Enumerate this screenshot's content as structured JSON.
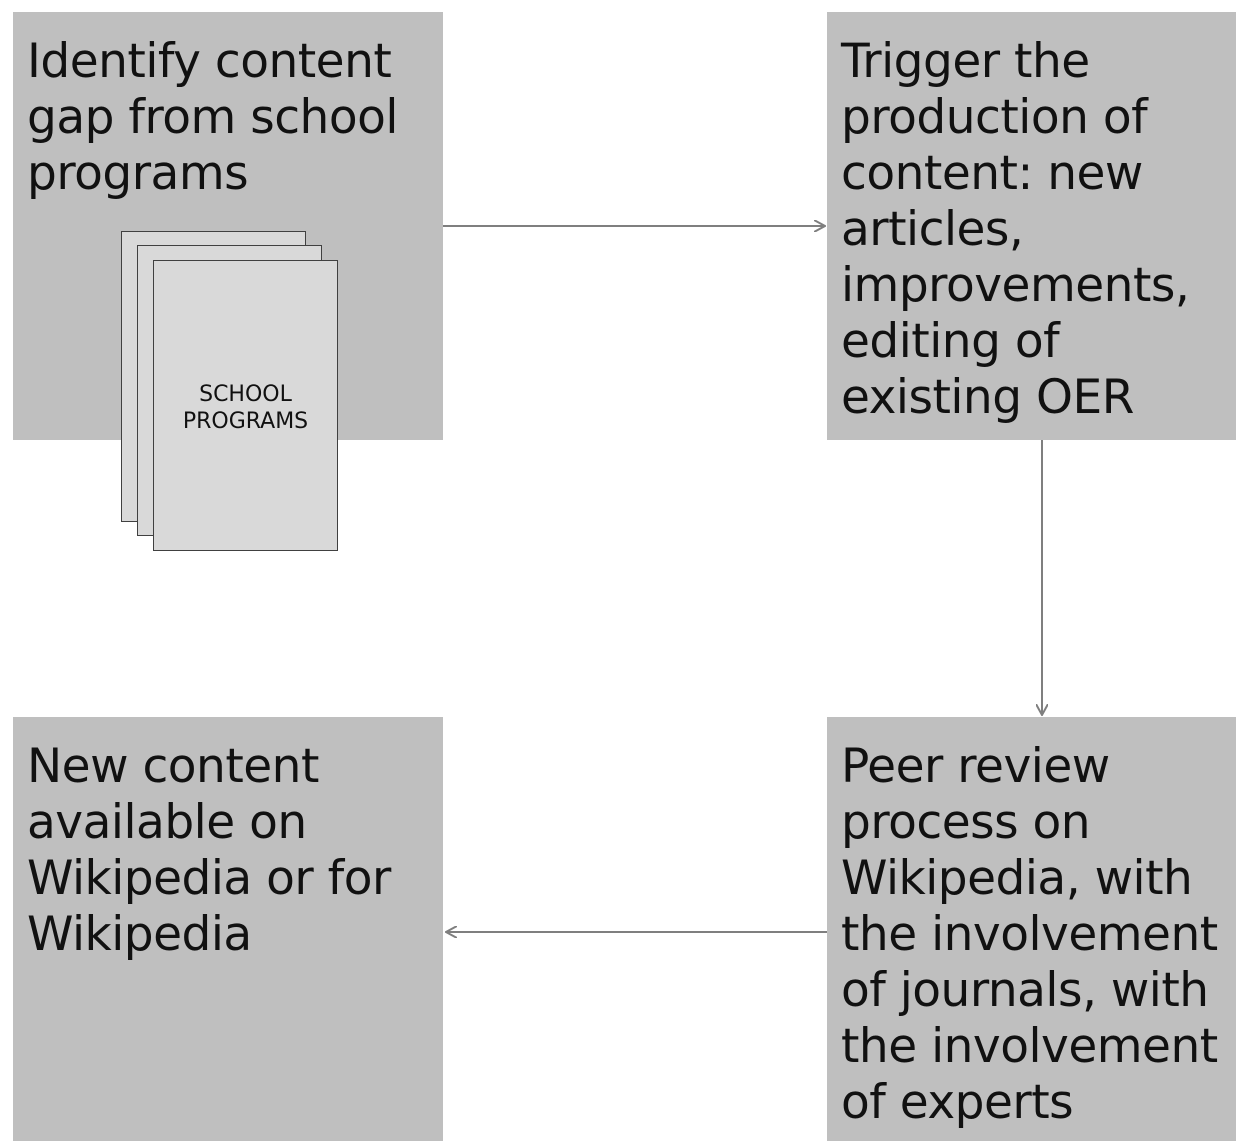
{
  "steps": {
    "identify": "Identify content gap from school programs",
    "trigger": "Trigger the production of content: new articles, improvements, editing of existing OER",
    "peer_review": "Peer review process on Wikipedia, with the involvement of journals, with the involvement of experts",
    "new_content": "New content available on Wikipedia or for Wikipedia"
  },
  "document_icon": {
    "label": "SCHOOL\nPROGRAMS"
  },
  "colors": {
    "box_fill": "#bfbfbf",
    "sheet_fill": "#d9d9d9",
    "arrow": "#7f7f7f",
    "text": "#111111"
  }
}
